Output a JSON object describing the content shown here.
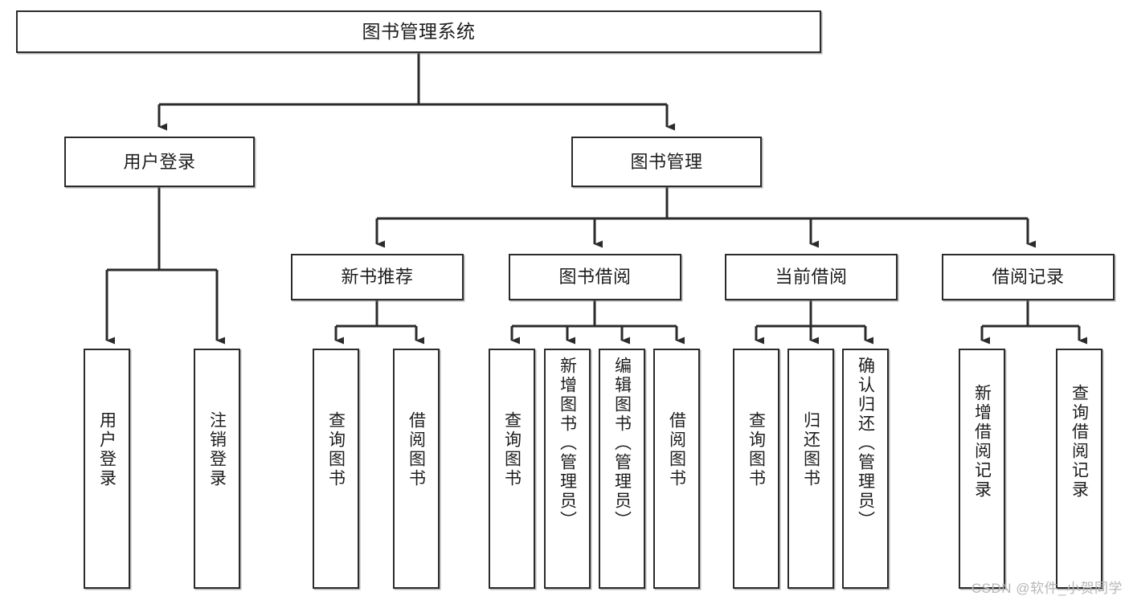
{
  "diagram": {
    "title": "图书管理系统",
    "type": "tree-hierarchy-chart",
    "orientation": "top-down",
    "watermark": "CSDN @软件_小贺同学",
    "colors": {
      "background": "#ffffff",
      "box_border": "#2b2b2b",
      "box_fill": "#ffffff",
      "connector": "#2b2b2b",
      "text": "#1d1d1d",
      "watermark": "#b7b7b7"
    },
    "nodes": {
      "root": {
        "label": "图书管理系统",
        "level": 1,
        "text_direction": "horizontal"
      },
      "user_login": {
        "label": "用户登录",
        "level": 2,
        "text_direction": "horizontal"
      },
      "book_manage": {
        "label": "图书管理",
        "level": 2,
        "text_direction": "horizontal"
      },
      "new_book_rec": {
        "label": "新书推荐",
        "level": 3,
        "text_direction": "horizontal"
      },
      "book_borrow": {
        "label": "图书借阅",
        "level": 3,
        "text_direction": "horizontal"
      },
      "current_borrow": {
        "label": "当前借阅",
        "level": 3,
        "text_direction": "horizontal"
      },
      "borrow_record": {
        "label": "借阅记录",
        "level": 3,
        "text_direction": "horizontal"
      },
      "leaf_user_login": {
        "label": "用户登录",
        "level": 4,
        "text_direction": "vertical"
      },
      "leaf_logout": {
        "label": "注销登录",
        "level": 4,
        "text_direction": "vertical"
      },
      "leaf_query_book_a": {
        "label": "查询图书",
        "level": 4,
        "text_direction": "vertical"
      },
      "leaf_borrow_book_a": {
        "label": "借阅图书",
        "level": 4,
        "text_direction": "vertical"
      },
      "leaf_query_book_b": {
        "label": "查询图书",
        "level": 4,
        "text_direction": "vertical"
      },
      "leaf_add_book": {
        "label": "新增图书（管理员）",
        "level": 4,
        "text_direction": "vertical"
      },
      "leaf_edit_book": {
        "label": "编辑图书（管理员）",
        "level": 4,
        "text_direction": "vertical"
      },
      "leaf_borrow_book_b": {
        "label": "借阅图书",
        "level": 4,
        "text_direction": "vertical"
      },
      "leaf_query_book_c": {
        "label": "查询图书",
        "level": 4,
        "text_direction": "vertical"
      },
      "leaf_return_book": {
        "label": "归还图书",
        "level": 4,
        "text_direction": "vertical"
      },
      "leaf_confirm_return": {
        "label": "确认归还（管理员）",
        "level": 4,
        "text_direction": "vertical"
      },
      "leaf_add_record": {
        "label": "新增借阅记录",
        "level": 4,
        "text_direction": "vertical"
      },
      "leaf_query_record": {
        "label": "查询借阅记录",
        "level": 4,
        "text_direction": "vertical"
      }
    },
    "edges": [
      {
        "from": "root",
        "to": "user_login"
      },
      {
        "from": "root",
        "to": "book_manage"
      },
      {
        "from": "book_manage",
        "to": "new_book_rec"
      },
      {
        "from": "book_manage",
        "to": "book_borrow"
      },
      {
        "from": "book_manage",
        "to": "current_borrow"
      },
      {
        "from": "book_manage",
        "to": "borrow_record"
      },
      {
        "from": "user_login",
        "to": "leaf_user_login"
      },
      {
        "from": "user_login",
        "to": "leaf_logout"
      },
      {
        "from": "new_book_rec",
        "to": "leaf_query_book_a"
      },
      {
        "from": "new_book_rec",
        "to": "leaf_borrow_book_a"
      },
      {
        "from": "book_borrow",
        "to": "leaf_query_book_b"
      },
      {
        "from": "book_borrow",
        "to": "leaf_add_book"
      },
      {
        "from": "book_borrow",
        "to": "leaf_edit_book"
      },
      {
        "from": "book_borrow",
        "to": "leaf_borrow_book_b"
      },
      {
        "from": "current_borrow",
        "to": "leaf_query_book_c"
      },
      {
        "from": "current_borrow",
        "to": "leaf_return_book"
      },
      {
        "from": "current_borrow",
        "to": "leaf_confirm_return"
      },
      {
        "from": "borrow_record",
        "to": "leaf_add_record"
      },
      {
        "from": "borrow_record",
        "to": "leaf_query_record"
      }
    ]
  }
}
